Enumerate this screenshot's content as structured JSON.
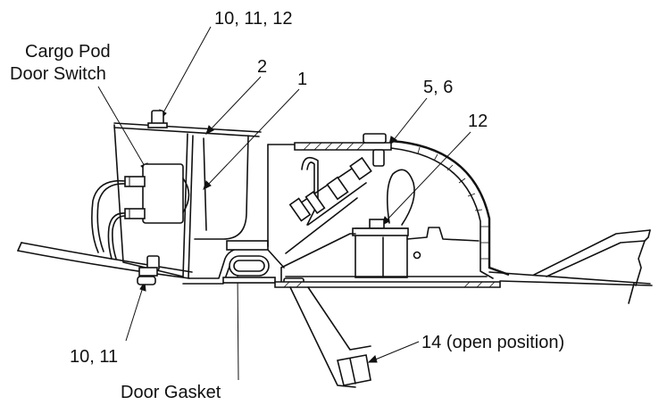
{
  "labels": {
    "callout_10_11_12": "10, 11, 12",
    "cargo_pod_line1": "Cargo Pod",
    "cargo_pod_line2": "Door Switch",
    "callout_2": "2",
    "callout_1": "1",
    "callout_5_6": "5, 6",
    "callout_12": "12",
    "callout_10_11": "10, 11",
    "callout_14": "14 (open position)",
    "door_gasket": "Door Gasket"
  }
}
